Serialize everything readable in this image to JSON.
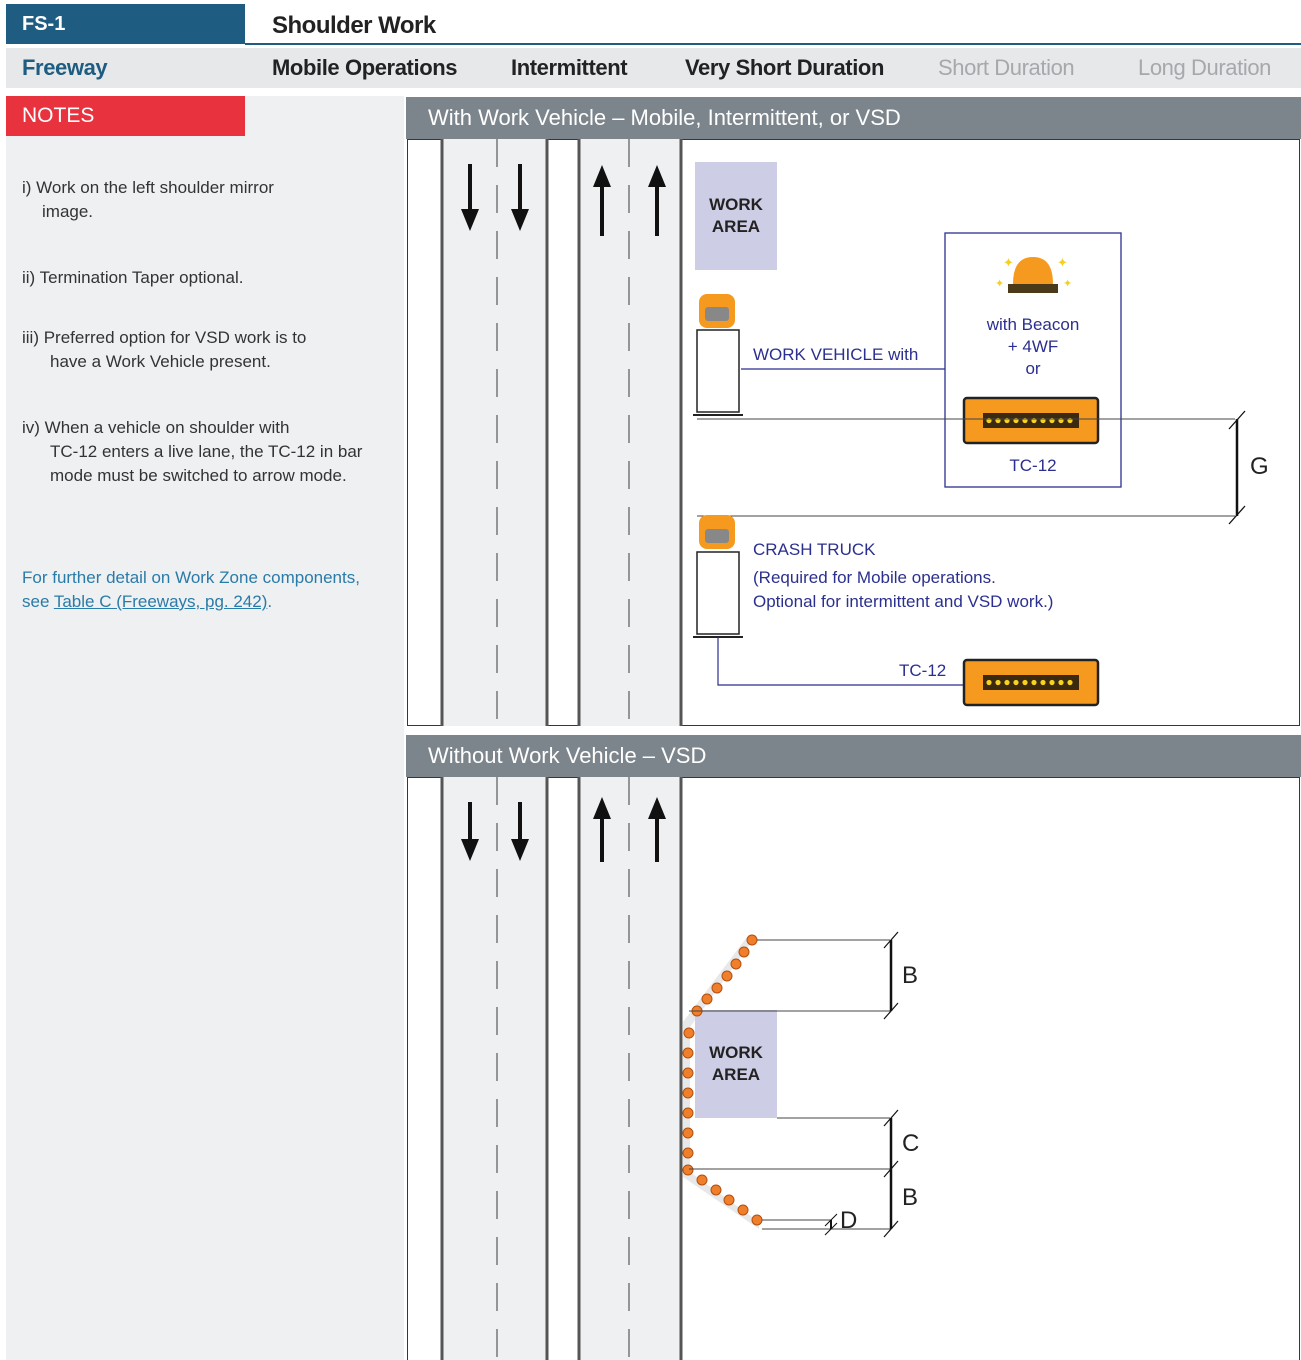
{
  "header": {
    "code": "FS-1",
    "title": "Shoulder Work"
  },
  "classification": {
    "road_type": "Freeway",
    "durations": [
      {
        "label": "Mobile Operations",
        "active": true
      },
      {
        "label": "Intermittent",
        "active": true
      },
      {
        "label": "Very Short Duration",
        "active": true
      },
      {
        "label": "Short Duration",
        "active": false
      },
      {
        "label": "Long Duration",
        "active": false
      }
    ]
  },
  "notes": {
    "heading": "NOTES",
    "items": [
      {
        "lead": "i) Work on the left shoulder mirror",
        "rest": "image."
      },
      {
        "lead": "ii) Termination Taper optional.",
        "rest": ""
      },
      {
        "lead": "iii) Preferred option for VSD work is to",
        "rest": "have a Work Vehicle present."
      },
      {
        "lead": "iv) When a vehicle on shoulder with",
        "rest": "TC-12 enters a live lane, the TC-12 in bar mode must be switched to arrow mode."
      }
    ],
    "further_prefix": "For further detail on Work Zone components, see ",
    "further_link": "Table C (Freeways, pg. 242)",
    "further_suffix": "."
  },
  "panel1": {
    "title": "With Work Vehicle – Mobile, Intermittent, or VSD",
    "work_area": [
      "WORK",
      "AREA"
    ],
    "work_vehicle_label": "WORK VEHICLE with",
    "beacon_lines": [
      "with Beacon",
      "+ 4WF",
      "or"
    ],
    "tc12_label": "TC-12",
    "dimension_g": "G",
    "crash_truck_lines": [
      "CRASH TRUCK",
      "(Required for Mobile operations.",
      "Optional for intermittent and VSD work.)"
    ],
    "tc12_label_2": "TC-12"
  },
  "panel2": {
    "title": "Without Work Vehicle – VSD",
    "work_area": [
      "WORK",
      "AREA"
    ],
    "dimension_b_top": "B",
    "dimension_c": "C",
    "dimension_b_bottom": "B",
    "dimension_d": "D"
  },
  "colors": {
    "primary_blue": "#1f5c82",
    "notes_red": "#e8323e",
    "panel_gray": "#7d858c",
    "work_area": "#cdcde5",
    "cone_orange": "#f07f2b",
    "tc12_orange": "#f59a1e",
    "label_navy": "#2b2f8f"
  }
}
